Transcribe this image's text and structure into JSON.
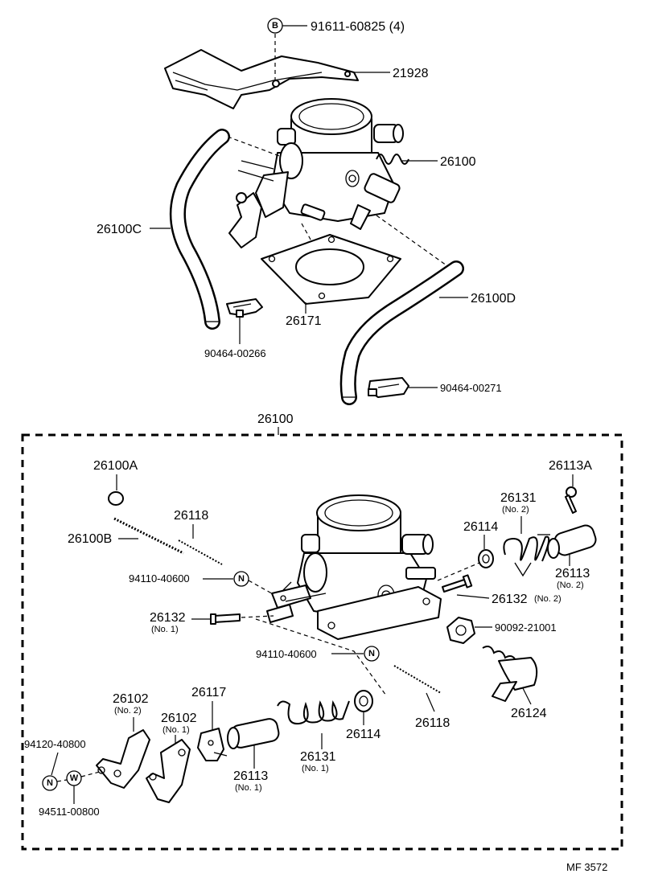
{
  "labels": {
    "p91611": "91611-60825 (4)",
    "p21928": "21928",
    "p26100_top": "26100",
    "p26100C": "26100C",
    "p26171": "26171",
    "p26100D": "26100D",
    "p90464_00266": "90464-00266",
    "p90464_00271": "90464-00271",
    "p26100_box": "26100",
    "p26100A": "26100A",
    "p26100B": "26100B",
    "p26118_a": "26118",
    "p94110_a": "94110-40600",
    "p26132_no1": "26132",
    "p26132_no1_sub": "(No. 1)",
    "p94110_b": "94110-40600",
    "p26113A": "26113A",
    "p26131_no2": "26131",
    "p26131_no2_sub": "(No. 2)",
    "p26114_a": "26114",
    "p26113_no2": "26113",
    "p26113_no2_sub": "(No. 2)",
    "p26132_no2": "26132",
    "p26132_no2_sub": "(No. 2)",
    "p90092": "90092-21001",
    "p26124": "26124",
    "p26118_b": "26118",
    "p26114_b": "26114",
    "p26131_no1": "26131",
    "p26131_no1_sub": "(No. 1)",
    "p26113_no1": "26113",
    "p26113_no1_sub": "(No. 1)",
    "p26117": "26117",
    "p26102_no2": "26102",
    "p26102_no2_sub": "(No. 2)",
    "p26102_no1": "26102",
    "p26102_no1_sub": "(No. 1)",
    "p94120": "94120-40800",
    "p94511": "94511-00800"
  },
  "symbols": {
    "bolt_B": "B",
    "nut_N1": "N",
    "nut_N2": "N",
    "nut_N3": "N",
    "washer_W": "W"
  },
  "footer": {
    "code": "MF 3572"
  }
}
